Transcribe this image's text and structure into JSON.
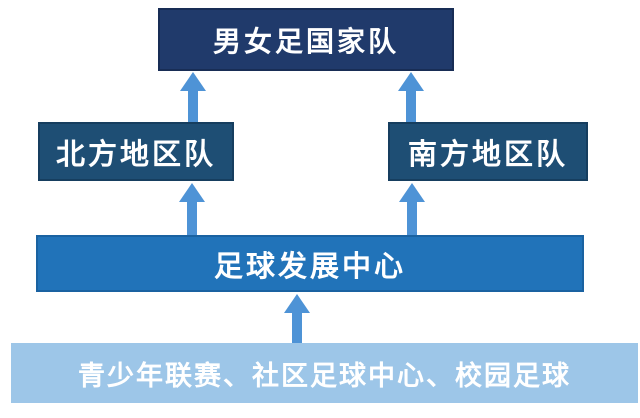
{
  "diagram": {
    "type": "flowchart",
    "orientation": "bottom-up",
    "background_color": "#ffffff",
    "text_color": "#ffffff",
    "arrow_color": "#4e93d6",
    "nodes": [
      {
        "id": "national-team",
        "label": "男女足国家队",
        "fill": "#203a6b",
        "level": 1
      },
      {
        "id": "north-regional-team",
        "label": "北方地区队",
        "fill": "#1e4e74",
        "level": 2
      },
      {
        "id": "south-regional-team",
        "label": "南方地区队",
        "fill": "#1e4e74",
        "level": 2
      },
      {
        "id": "football-development-center",
        "label": "足球发展中心",
        "fill": "#2173b9",
        "level": 3
      },
      {
        "id": "grassroots-programs",
        "label": "青少年联赛、社区足球中心、校园足球",
        "fill": "#9dc6e8",
        "level": 4
      }
    ],
    "edges": [
      {
        "from": "north-regional-team",
        "to": "national-team",
        "direction": "up"
      },
      {
        "from": "south-regional-team",
        "to": "national-team",
        "direction": "up"
      },
      {
        "from": "football-development-center",
        "to": "north-regional-team",
        "direction": "up"
      },
      {
        "from": "football-development-center",
        "to": "south-regional-team",
        "direction": "up"
      },
      {
        "from": "grassroots-programs",
        "to": "football-development-center",
        "direction": "up"
      }
    ]
  }
}
